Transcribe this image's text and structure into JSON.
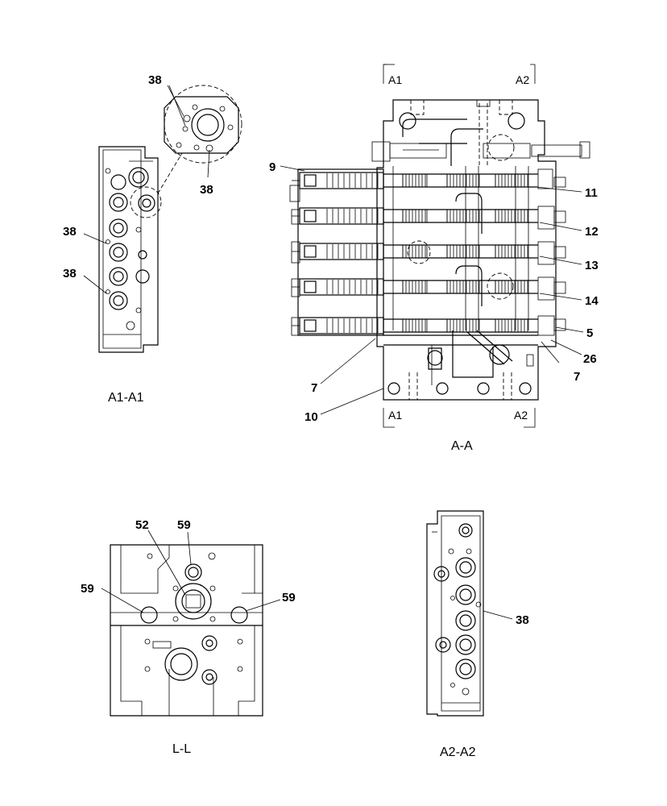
{
  "views": {
    "a1": "A1-A1",
    "aa": "A-A",
    "ll": "L-L",
    "a2": "A2-A2"
  },
  "section_marks": {
    "a1_top": "A1",
    "a2_top": "A2",
    "a1_bottom": "A1",
    "a2_bottom": "A2"
  },
  "callouts": {
    "c38_top": "38",
    "c38_detail": "38",
    "c38_left1": "38",
    "c38_left2": "38",
    "c9": "9",
    "c11": "11",
    "c12": "12",
    "c13": "13",
    "c14": "14",
    "c5": "5",
    "c26": "26",
    "c7_left": "7",
    "c7_right": "7",
    "c10": "10",
    "c52": "52",
    "c59_top": "59",
    "c59_left": "59",
    "c59_right": "59",
    "c38_a2": "38"
  }
}
